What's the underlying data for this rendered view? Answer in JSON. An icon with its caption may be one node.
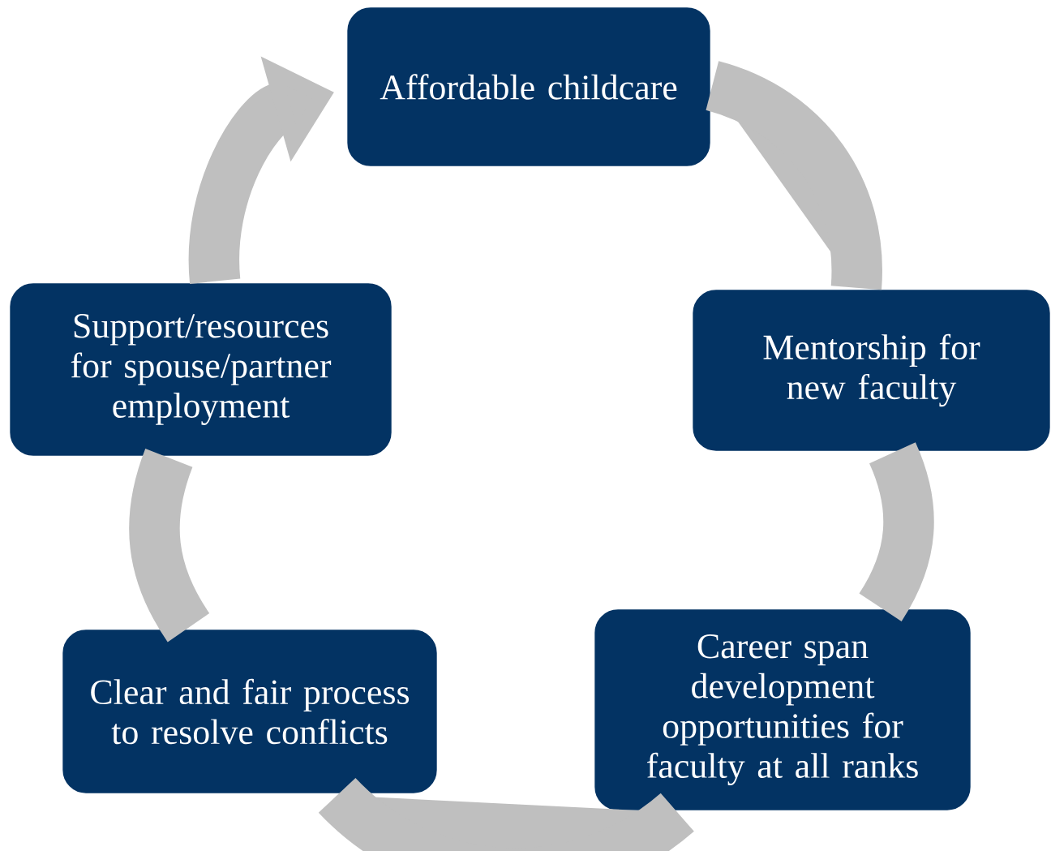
{
  "diagram": {
    "nodes": [
      {
        "text": [
          "Affordable childcare"
        ]
      },
      {
        "text": [
          "Mentorship for new faculty"
        ]
      },
      {
        "text": [
          "Career span development opportunities for faculty at all ranks"
        ]
      },
      {
        "text": [
          "Clear and fair process to resolve conflicts"
        ]
      },
      {
        "text": [
          "Support/resources for spouse/partner employment"
        ]
      }
    ],
    "edges": [
      {
        "from": 0,
        "to": 1,
        "arrow": "none"
      },
      {
        "from": 1,
        "to": 2,
        "arrow": "none"
      },
      {
        "from": 2,
        "to": 3,
        "arrow": "none"
      },
      {
        "from": 3,
        "to": 4,
        "arrow": "none"
      },
      {
        "from": 4,
        "to": 0,
        "arrow": "to"
      }
    ]
  }
}
